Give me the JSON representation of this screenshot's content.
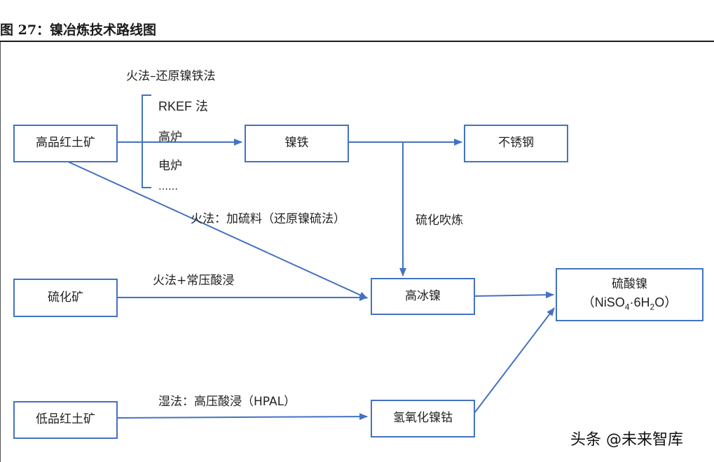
{
  "figure": {
    "title": "图 27：镍冶炼技术路线图"
  },
  "nodes": {
    "high_grade_laterite": "高品红土矿",
    "nickel_iron": "镍铁",
    "stainless_steel": "不锈钢",
    "sulfide_ore": "硫化矿",
    "nickel_matte": "高冰镍",
    "nickel_sulfate": "硫酸镍",
    "nickel_sulfate_formula": {
      "open": "（",
      "ni": "NiSO",
      "s4": "4",
      "dot": "·6H",
      "s2": "2",
      "o": "O",
      "close": "）"
    },
    "low_grade_laterite": "低品红土矿",
    "mhp": "氢氧化镍钴"
  },
  "labels": {
    "pyro_reduction": "火法–还原镍铁法",
    "rkef": "RKEF 法",
    "blast_furnace": "高炉",
    "electric_furnace": "电炉",
    "ellipsis": "……",
    "pyro_sulfur": "火法：加硫料（还原镍硫法）",
    "sulfidation_blowing": "硫化吹炼",
    "pyro_atmospheric": "火法+常压酸浸",
    "hpal": "湿法：高压酸浸（HPAL）"
  },
  "watermark": "头条 @未来智库",
  "colors": {
    "accent": "#4472c4",
    "title_rule": "#1a1a1a"
  }
}
